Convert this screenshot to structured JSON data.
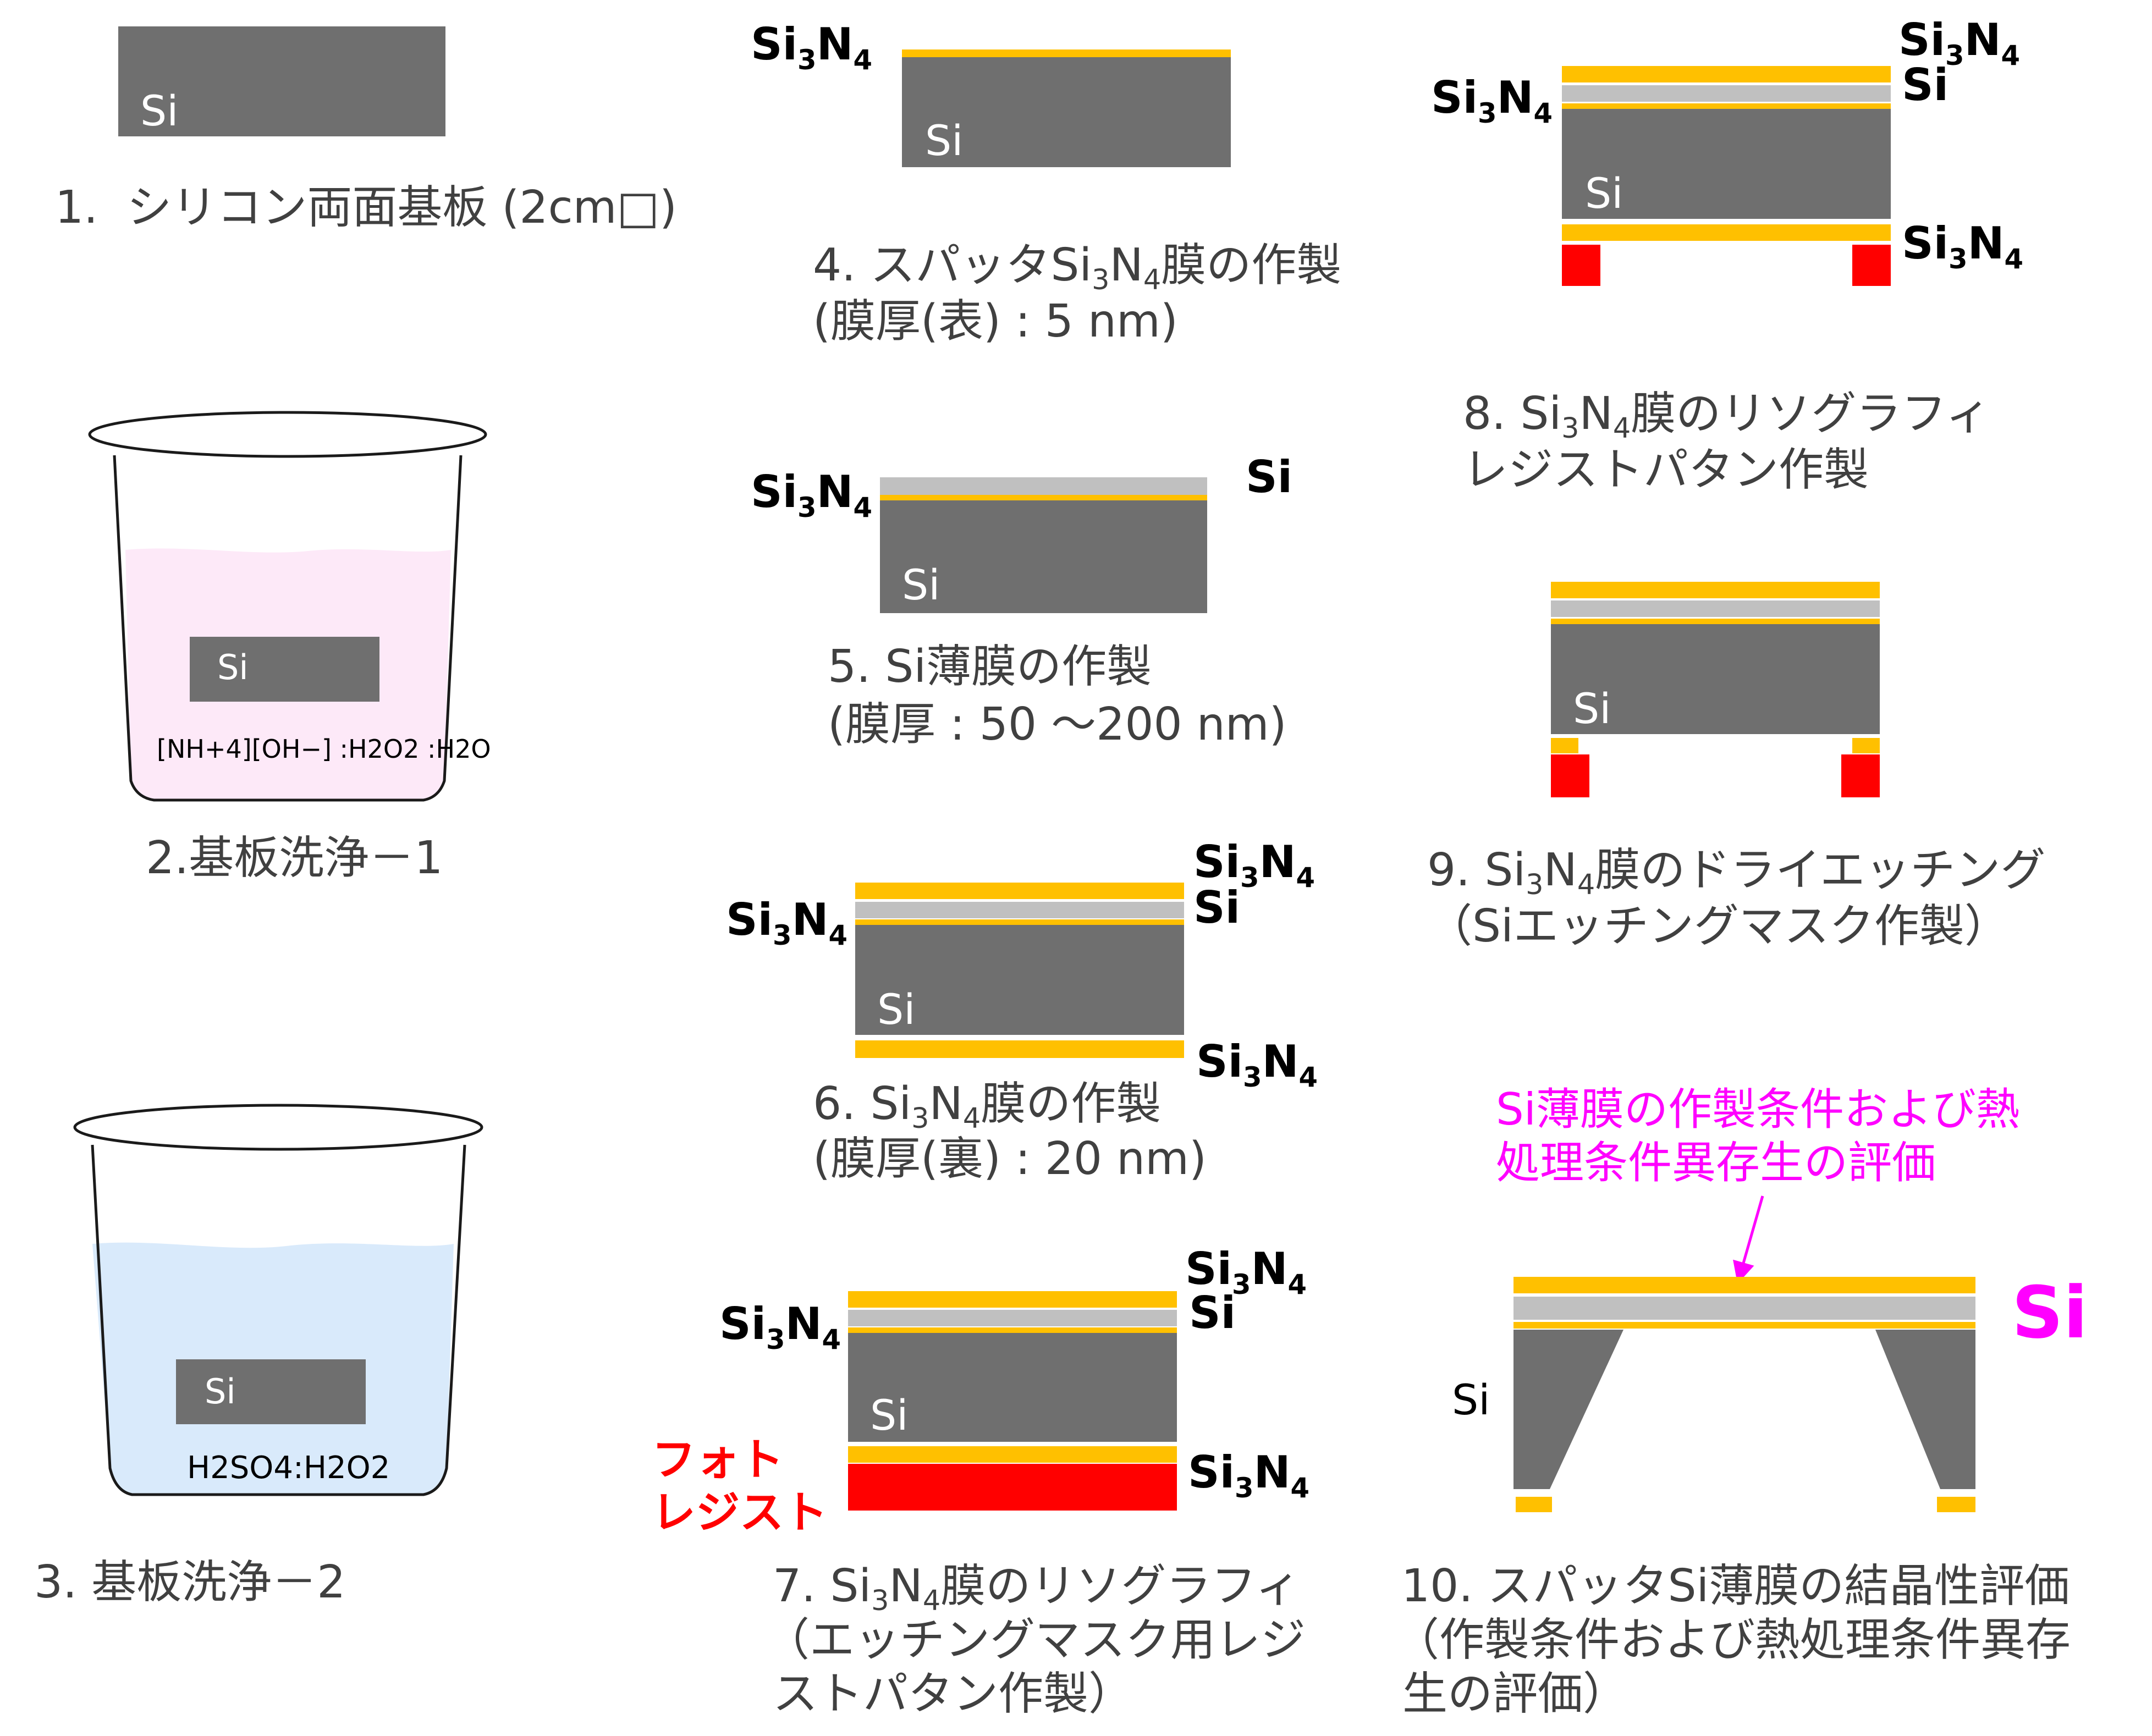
{
  "colors": {
    "substrate": "#6f6f6f",
    "nitride": "#ffc000",
    "si_film": "#c0c0c0",
    "resist": "#ff0000",
    "solution_1": "#fde9f8",
    "solution_2": "#d9eafb",
    "highlight": "#ff00ff"
  },
  "labels": {
    "si": "Si",
    "nitride": "Si3N4",
    "nitride_parts": {
      "si": "Si",
      "n": "N",
      "three": "3",
      "four": "4"
    },
    "photoresist_line1": "フォト",
    "photoresist_line2": "レジスト",
    "solution_1": "[NH+4][OH−] :H2O2 :H2O",
    "solution_2": "H2SO4:H2O2"
  },
  "steps": {
    "s1": {
      "caption": "1.  シリコン両面基板 (2cm□)"
    },
    "s2": {
      "caption": "2.基板洗浄－1"
    },
    "s3": {
      "caption": "3. 基板洗浄－2"
    },
    "s4": {
      "caption_pre": "4. スパッタ",
      "caption_post": "膜の作製",
      "caption2": "(膜厚(表) : 5 nm)"
    },
    "s5": {
      "caption": "5. Si薄膜の作製",
      "caption2": "(膜厚 : 50 ～200 nm)"
    },
    "s6": {
      "caption_pre": "6. ",
      "caption_post": "膜の作製",
      "caption2": "(膜厚(裏) : 20 nm)"
    },
    "s7": {
      "caption_pre": "7. ",
      "caption_post": "膜のリソグラフィ",
      "caption2": "（エッチングマスク用レジ",
      "caption3": "ストパタン作製）"
    },
    "s8": {
      "caption_pre": "8. ",
      "caption_post": "膜のリソグラフィ",
      "caption2": "レジストパタン作製"
    },
    "s9": {
      "caption_pre": "9. ",
      "caption_post": "膜のドライエッチング",
      "caption2": "（Siエッチングマスク作製）"
    },
    "s10": {
      "caption": "10. スパッタSi薄膜の結晶性評価",
      "caption2": "（作製条件および熱処理条件異存",
      "caption3": "生の評価）",
      "note1": "Si薄膜の作製条件および熱",
      "note2": "処理条件異存生の評価"
    }
  }
}
